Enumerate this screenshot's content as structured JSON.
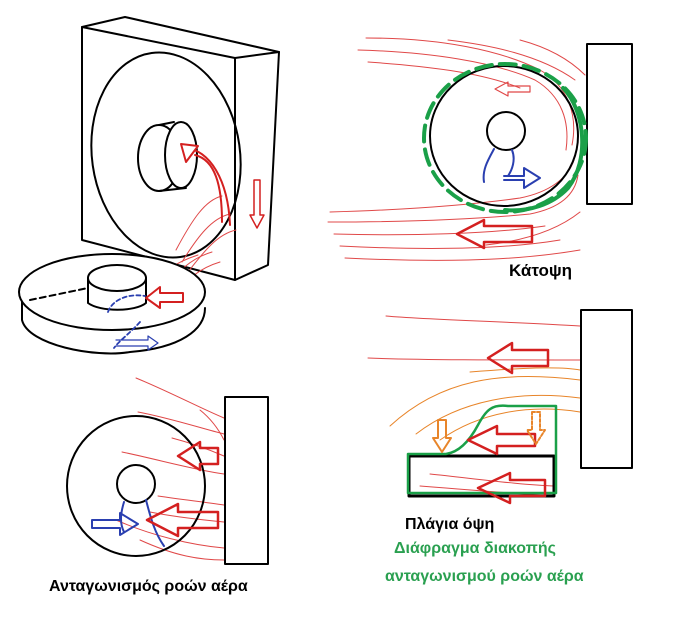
{
  "labels": {
    "top_view": "Κάτοψη",
    "side_view": "Πλάγια όψη",
    "diaphragm_line1": "Διάφραγμα διακοπής",
    "diaphragm_line2": "ανταγωνισμού ροών αέρα",
    "competition": "Ανταγωνισμός ροών αέρα"
  },
  "colors": {
    "outline": "#000000",
    "flow_line": "#e04848",
    "arrow": "#d42020",
    "blue_arrow": "#2a3fb0",
    "diaphragm": "#1aa048",
    "orange": "#e8852a",
    "diaphragm_text": "#2aa050"
  }
}
